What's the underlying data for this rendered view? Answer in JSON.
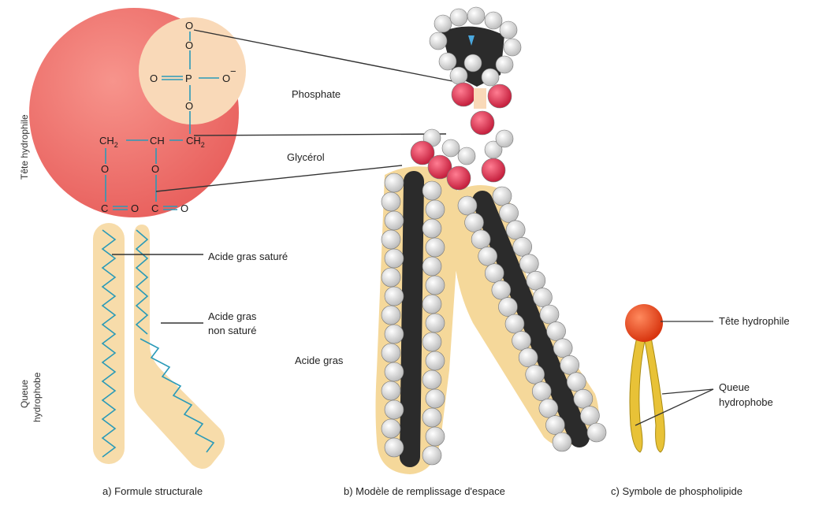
{
  "side_labels": {
    "head": "Tête hydrophile",
    "tail_line1": "Queue",
    "tail_line2": "hydrophobe"
  },
  "labels": {
    "phosphate": "Phosphate",
    "glycerol": "Glycérol",
    "saturated": "Acide gras saturé",
    "unsaturated_line1": "Acide gras",
    "unsaturated_line2": "non saturé",
    "fatty_acid": "Acide gras",
    "symbol_head": "Tête hydrophile",
    "symbol_tail_line1": "Queue",
    "symbol_tail_line2": "hydrophobe"
  },
  "formula": {
    "o_top": "O",
    "o_mid": "O",
    "o_left": "O",
    "p": "P",
    "o_right": "O",
    "o_bottom": "O",
    "ch2_left": "CH",
    "ch": "CH",
    "ch2_right": "CH",
    "sub2": "2",
    "o_ester_left": "O",
    "o_ester_right": "O",
    "c_left": "C",
    "o_dbl_left": "O",
    "c_right": "C",
    "o_dbl_right": "O"
  },
  "captions": {
    "a": "a) Formule structurale",
    "b": "b) Modèle de remplissage d'espace",
    "c": "c) Symbole de phospholipide"
  },
  "colors": {
    "head_sphere": "#ef6b68",
    "phosphate_circle": "#f9d9b8",
    "tail_band": "#f7dcaa",
    "formula_line": "#2a9ab8",
    "carbon": "#2b2b2b",
    "hydrogen": "#eeeeee",
    "oxygen": "#e0304e",
    "nitrogen": "#4aa8de",
    "symbol_head": "#e8401c",
    "symbol_tail": "#e8c237"
  }
}
